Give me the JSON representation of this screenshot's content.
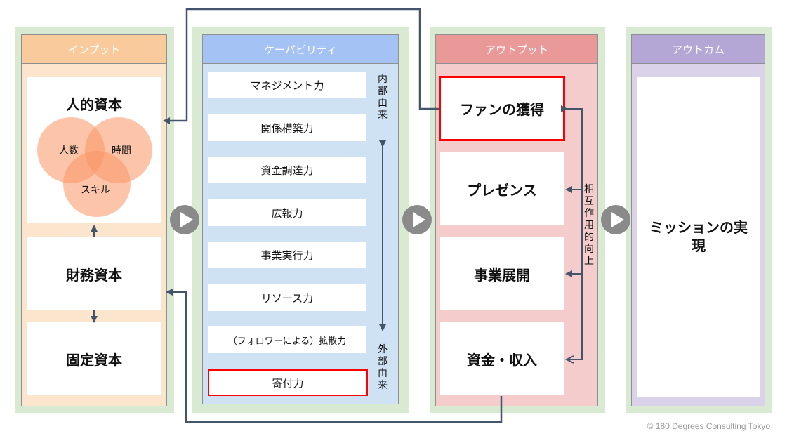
{
  "columns": {
    "input": {
      "title": "インプット",
      "header_color": "#f9cb9c",
      "body_color": "#fce5cd",
      "human_capital": {
        "title": "人的資本",
        "venn": [
          "人数",
          "時間",
          "スキル"
        ],
        "circle_color": "#f9a877"
      },
      "financial_capital": "財務資本",
      "fixed_capital": "固定資本"
    },
    "capability": {
      "title": "ケーパビリティ",
      "header_color": "#a4c2f4",
      "body_color": "#cfe2f3",
      "items": [
        {
          "label": "マネジメント力",
          "highlighted": false
        },
        {
          "label": "関係構築力",
          "highlighted": false
        },
        {
          "label": "資金調達力",
          "highlighted": false
        },
        {
          "label": "広報力",
          "highlighted": false
        },
        {
          "label": "事業実行力",
          "highlighted": false
        },
        {
          "label": "リソース力",
          "highlighted": false
        },
        {
          "label": "（フォロワーによる）拡散力",
          "highlighted": false
        },
        {
          "label": "寄付力",
          "highlighted": true
        }
      ],
      "axis_top": "内部由来",
      "axis_bottom": "外部由来"
    },
    "output": {
      "title": "アウトプット",
      "header_color": "#ea9999",
      "body_color": "#f4cccc",
      "items": [
        {
          "label": "ファンの獲得",
          "highlighted": true
        },
        {
          "label": "プレゼンス",
          "highlighted": false
        },
        {
          "label": "事業展開",
          "highlighted": false
        },
        {
          "label": "資金・収入",
          "highlighted": false
        }
      ],
      "side_label": "相互作用的向上"
    },
    "outcome": {
      "title": "アウトカム",
      "header_color": "#b4a7d6",
      "body_color": "#d9d2e9",
      "content": "ミッションの実現"
    }
  },
  "colors": {
    "outer_frame": "#d9ead3",
    "connector": "#44546a",
    "highlight": "#ff0000",
    "play_button": "#8a8a8a"
  },
  "copyright": "© 180 Degrees Consulting Tokyo"
}
